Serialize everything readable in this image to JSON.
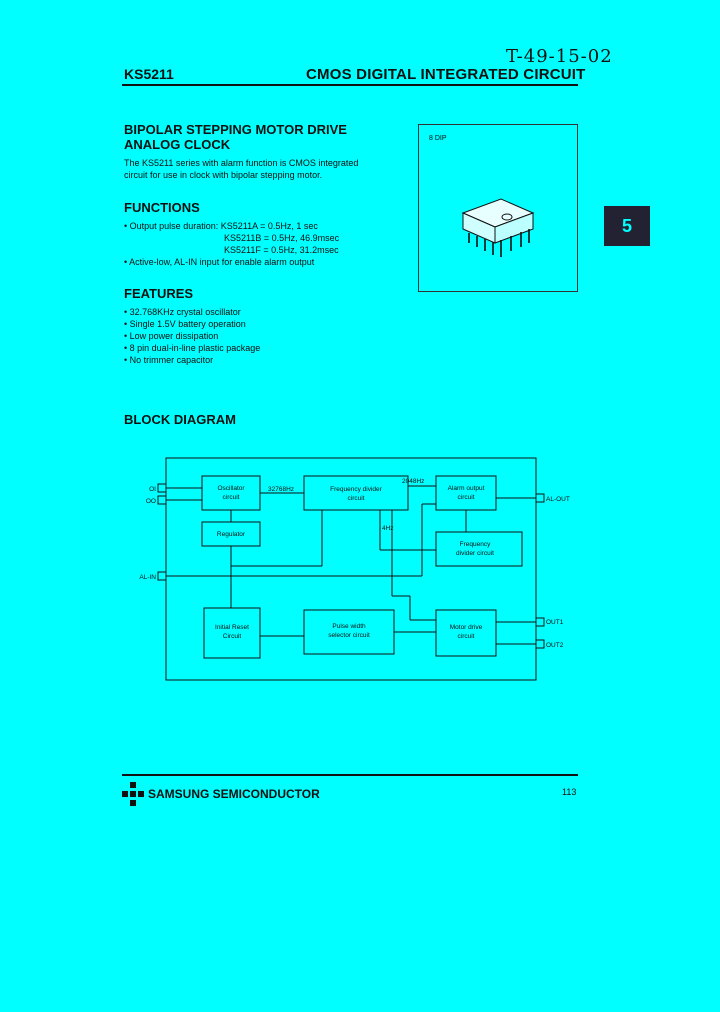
{
  "handwritten_code": "T-49-15-02",
  "header": {
    "part_number": "KS5211",
    "category": "CMOS DIGITAL INTEGRATED CIRCUIT"
  },
  "intro": {
    "title_line1": "BIPOLAR STEPPING MOTOR DRIVE",
    "title_line2": "ANALOG CLOCK",
    "description_line1": "The KS5211 series with alarm function is CMOS integrated",
    "description_line2": "circuit for use in clock with bipolar stepping motor."
  },
  "package": {
    "label": "8 DIP"
  },
  "side_tab": {
    "label": "5"
  },
  "functions": {
    "title": "FUNCTIONS",
    "items": [
      "Output pulse duration: KS5211A = 0.5Hz, 1 sec",
      "KS5211B = 0.5Hz, 46.9msec",
      "KS5211F = 0.5Hz, 31.2msec",
      "Active-low, AL-IN input for enable alarm output"
    ]
  },
  "features": {
    "title": "FEATURES",
    "items": [
      "32.768KHz crystal oscillator",
      "Single 1.5V battery operation",
      "Low power dissipation",
      "8 pin dual-in-line plastic package",
      "No trimmer capacitor"
    ]
  },
  "block_diagram": {
    "title": "BLOCK DIAGRAM",
    "blocks": {
      "oscillator": [
        "Oscillator",
        "circuit"
      ],
      "regulator": [
        "Regulator"
      ],
      "divider": [
        "Frequency divider",
        "circuit"
      ],
      "alarm": [
        "Alarm output",
        "circuit"
      ],
      "freq_divider2": [
        "Frequency",
        "divider circuit"
      ],
      "reset": [
        "Initial Reset",
        "Circuit"
      ],
      "pulse": [
        "Pulse width",
        "selector circuit"
      ],
      "motor": [
        "Motor drive",
        "circuit"
      ]
    },
    "pins": {
      "oi": "OI",
      "oo": "OO",
      "al_in": "AL-IN",
      "al_out": "AL-OUT",
      "out1": "OUT1",
      "out2": "OUT2"
    },
    "signals": {
      "osc_freq": "32768Hz",
      "alarm_freq": "2048Hz",
      "mid_freq": "4Hz"
    }
  },
  "footer": {
    "company": "SAMSUNG SEMICONDUCTOR",
    "page_number": "113"
  }
}
